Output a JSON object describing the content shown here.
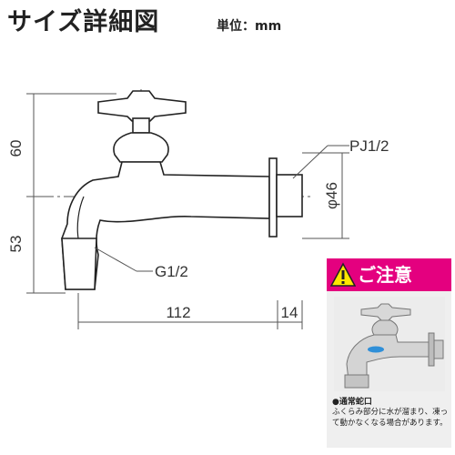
{
  "title": "サイズ詳細図",
  "unit_label": "単位：mm",
  "dimensions": {
    "height_upper": "60",
    "height_lower": "53",
    "length": "112",
    "flange": "14",
    "diameter": "φ46"
  },
  "labels": {
    "pj": "PJ1/2",
    "g": "G1/2"
  },
  "caution": {
    "title": "ご注意",
    "bullet_label": "●通常蛇口",
    "text": "ふくらみ部分に水が溜まり、凍って動かなくなる場合があります。",
    "colors": {
      "header": "#e4007f",
      "icon": "#ffe600",
      "highlight": "#2f8fd8"
    }
  }
}
